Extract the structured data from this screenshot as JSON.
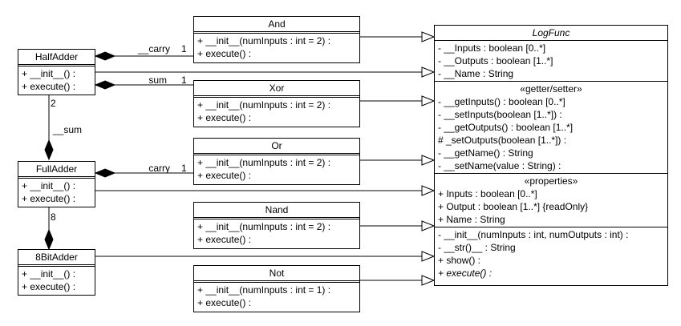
{
  "classes": {
    "halfadder": {
      "name": "HalfAdder",
      "methods": [
        "+ __init__() :",
        "+ execute() :"
      ]
    },
    "fulladder": {
      "name": "FullAdder",
      "methods": [
        "+ __init__() :",
        "+ execute() :"
      ]
    },
    "eightbitadder": {
      "name": "8BitAdder",
      "methods": [
        "+ __init__() :",
        "+ execute() :"
      ]
    },
    "and": {
      "name": "And",
      "methods": [
        "+ __init__(numInputs : int = 2) :",
        "+ execute() :"
      ]
    },
    "xor": {
      "name": "Xor",
      "methods": [
        "+ __init__(numInputs : int = 2) :",
        "+ execute() :"
      ]
    },
    "or": {
      "name": "Or",
      "methods": [
        "+ __init__(numInputs : int = 2) :",
        "+ execute() :"
      ]
    },
    "nand": {
      "name": "Nand",
      "methods": [
        "+ __init__(numInputs : int = 2) :",
        "+ execute() :"
      ]
    },
    "not": {
      "name": "Not",
      "methods": [
        "+ __init__(numInputs : int = 1) :",
        "+ execute() :"
      ]
    },
    "logfunc": {
      "name": "LogFunc",
      "attributes": [
        "- __Inputs : boolean [0..*]",
        "- __Outputs : boolean [1..*]",
        "- __Name : String"
      ],
      "getter_setter_stereotype": "«getter/setter»",
      "getter_setter": [
        "- __getInputs() : boolean [0..*]",
        "- __setInputs(boolean [1..*]) :",
        "- __getOutputs() : boolean [1..*]",
        "# _setOutputs(boolean [1..*]) :",
        "- __getName() : String",
        "- __setName(value : String) :"
      ],
      "properties_stereotype": "«properties»",
      "properties": [
        "+ Inputs : boolean [0..*]",
        "+ Output : boolean [1..*] {readOnly}",
        "+ Name : String"
      ],
      "operations": [
        "- __init__(numInputs : int, numOutputs : int) :",
        "- __str()__ : String",
        "+ show() :"
      ],
      "abstract_operation": "+ execute() :"
    }
  },
  "associations": {
    "half_and": {
      "role": "__carry",
      "multiplicity": "1"
    },
    "half_xor": {
      "role": "__sum",
      "multiplicity": "1"
    },
    "full_half": {
      "role": "__sum",
      "multiplicity": "2"
    },
    "full_or": {
      "role": "__carry",
      "multiplicity": "1"
    },
    "eight_full": {
      "multiplicity": "8"
    }
  }
}
